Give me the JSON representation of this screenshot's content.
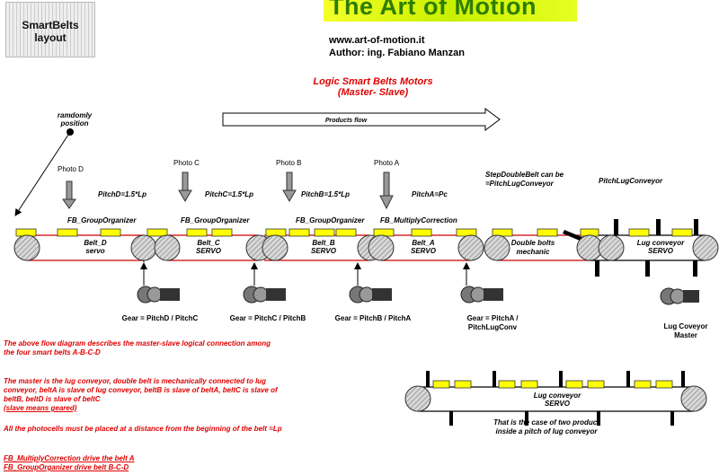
{
  "logo": {
    "text": "SmartBelts layout",
    "tiny_top": "",
    "tiny_bottom": ""
  },
  "banner": {
    "text": "The Art of Motion"
  },
  "header": {
    "website": "www.art-of-motion.it",
    "author": "Author: ing. Fabiano Manzan"
  },
  "title": {
    "line1": "Logic Smart Belts Motors",
    "line2": "(Master- Slave)"
  },
  "random_position": "ramdomly position",
  "products_flow": "Products flow",
  "photos": [
    "Photo D",
    "Photo C",
    "Photo B",
    "Photo A"
  ],
  "pitches": [
    "PitchD=1.5*Lp",
    "PitchC=1.5*Lp",
    "PitchB=1.5*Lp",
    "PitchA=Pc"
  ],
  "step_double": "StepDoubleBelt can be =PitchLugConveyor",
  "pitch_lug": "PitchLugConveyor",
  "fb_labels": [
    "FB_GroupOrganizer",
    "FB_GroupOrganizer",
    "FB_GroupOrganizer",
    "FB_MultiplyCorrection"
  ],
  "belts": [
    {
      "name": "Belt_D",
      "type": "servo"
    },
    {
      "name": "Belt_C",
      "type": "SERVO"
    },
    {
      "name": "Belt_B",
      "type": "SERVO"
    },
    {
      "name": "Belt_A",
      "type": "SERVO"
    }
  ],
  "double_belts": "Double bolts mechanic",
  "lug_conveyor": {
    "name": "Lug conveyor",
    "type": "SERVO"
  },
  "gears": [
    "Gear = PitchD / PitchC",
    "Gear = PitchC / PitchB",
    "Gear = PitchB / PitchA",
    "Gear = PitchA / PitchLugConv"
  ],
  "lug_master": "Lug Coveyor Master",
  "notes": {
    "p1": "The above flow diagram describes the master-slave logical connection among the four smart belts A-B-C-D",
    "p2": "The master is the lug conveyor, double belt is mechanically connected to lug conveyor, beltA is slave of lug conveyor, beltB is slave of beltA, beltC is slave of beltB, beltD is slave of beltC",
    "p2_u": "(slave means geared)",
    "p3": "All the photocells must be placed at a distance from the beginning of the belt =Lp",
    "p4a": "FB_MultiplyCorrection drive the belt A",
    "p4b": "FB_GroupOrganizer drive belt B-C-D"
  },
  "lug2": {
    "name": "Lug conveyor",
    "type": "SERVO",
    "caption": "That is the case of two product inside a pitch of lug conveyor"
  },
  "colors": {
    "belt_line": "#cc0000",
    "product": "#ffff00",
    "note_red": "#e00000",
    "banner_text": "#2e7d00"
  }
}
